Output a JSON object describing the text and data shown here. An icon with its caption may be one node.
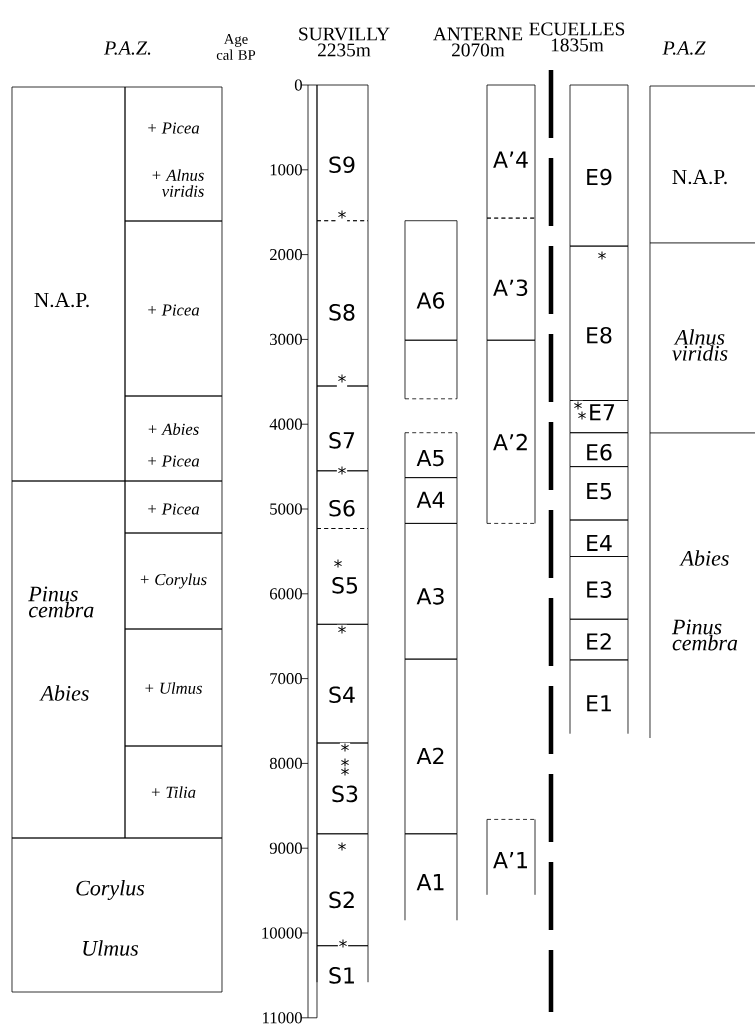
{
  "diagram": {
    "nodes": [
      {
        "text": [
          "N.A.P."
        ]
      },
      {
        "text": [
          "+ Picea",
          "+ Alnus viridis"
        ]
      },
      {
        "text": [
          "+ Picea"
        ]
      },
      {
        "text": [
          "+ Abies",
          "+ Picea"
        ]
      },
      {
        "text": [
          "Pinus cembra",
          "Abies"
        ]
      },
      {
        "text": [
          "+ Picea"
        ]
      },
      {
        "text": [
          "+ Corylus"
        ]
      },
      {
        "text": [
          "+ Ulmus"
        ]
      },
      {
        "text": [
          "+ Tilia"
        ]
      },
      {
        "text": [
          "Corylus",
          "Ulmus"
        ]
      },
      {
        "text": [
          "S9"
        ]
      },
      {
        "text": [
          "S8"
        ]
      },
      {
        "text": [
          "S7"
        ]
      },
      {
        "text": [
          "S6"
        ]
      },
      {
        "text": [
          "S5"
        ]
      },
      {
        "text": [
          "S4"
        ]
      },
      {
        "text": [
          "S3"
        ]
      },
      {
        "text": [
          "S2"
        ]
      },
      {
        "text": [
          "S1"
        ]
      },
      {
        "text": [
          "A6"
        ]
      },
      {
        "text": [],
        "shape": "box"
      },
      {
        "text": [
          "A5"
        ]
      },
      {
        "text": [
          "A4"
        ]
      },
      {
        "text": [
          "A3"
        ]
      },
      {
        "text": [
          "A2"
        ]
      },
      {
        "text": [
          "A1"
        ]
      },
      {
        "text": [
          "A’4"
        ]
      },
      {
        "text": [
          "A’3"
        ]
      },
      {
        "text": [
          "A’2"
        ]
      },
      {
        "text": [
          "A’1"
        ]
      },
      {
        "text": [
          "E9"
        ]
      },
      {
        "text": [
          "E8"
        ]
      },
      {
        "text": [
          "E7"
        ]
      },
      {
        "text": [
          "E6"
        ]
      },
      {
        "text": [
          "E5"
        ]
      },
      {
        "text": [
          "E4"
        ]
      },
      {
        "text": [
          "E3"
        ]
      },
      {
        "text": [
          "E2"
        ]
      },
      {
        "text": [
          "E1"
        ]
      },
      {
        "text": [
          "N.A.P."
        ]
      },
      {
        "text": [
          "Alnus viridis"
        ]
      },
      {
        "text": [
          "Abies",
          "Pinus cembra"
        ]
      }
    ],
    "labels": [
      "P.A.Z.",
      "Age cal BP",
      "SURVILLY 2235m",
      "ANTERNE 2070m",
      "ECUELLES 1835m",
      "P.A.Z",
      "0",
      "1000",
      "2000",
      "3000",
      "4000",
      "5000",
      "6000",
      "7000",
      "8000",
      "9000",
      "10000",
      "11000",
      "*",
      "*",
      "*",
      "*",
      "*",
      "*",
      "*",
      "*",
      "*",
      "*",
      "*",
      "*",
      "*"
    ]
  }
}
